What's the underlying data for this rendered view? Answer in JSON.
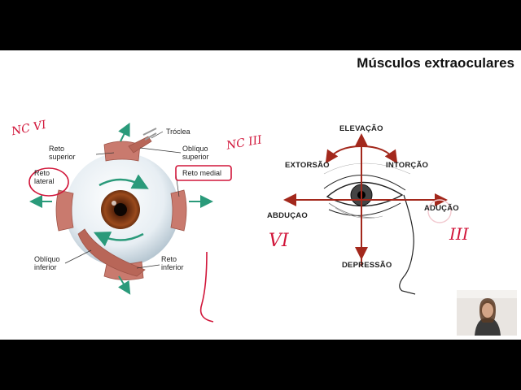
{
  "slide": {
    "title": "Músculos extraoculares",
    "eye_labels": {
      "troclea": "Tróclea",
      "reto_superior": [
        "Reto",
        "superior"
      ],
      "obliquo_superior": [
        "Oblíquo",
        "superior"
      ],
      "reto_lateral": [
        "Reto",
        "lateral"
      ],
      "reto_medial": "Reto medial",
      "obliquo_inferior": [
        "Oblíquo",
        "inferior"
      ],
      "reto_inferior": [
        "Reto",
        "inferior"
      ]
    },
    "movement_labels": {
      "elevacao": "ELEVAÇÃO",
      "extorsao": "EXTORSÃO",
      "intorcao": "INTORÇÃO",
      "abducao": "ABDUÇAO",
      "aducao": "ADUÇÃO",
      "depressao": "DEPRESSÃO"
    },
    "handwritten_notes": {
      "nc_vi": "NC VI",
      "nc_iii": "NC III",
      "roman_vi": "VI",
      "roman_iii": "III"
    }
  },
  "colors": {
    "annotation_red": "#d1163a",
    "arrow_teal": "#2a9a7a",
    "diagram_arrow": "#a3281c"
  }
}
